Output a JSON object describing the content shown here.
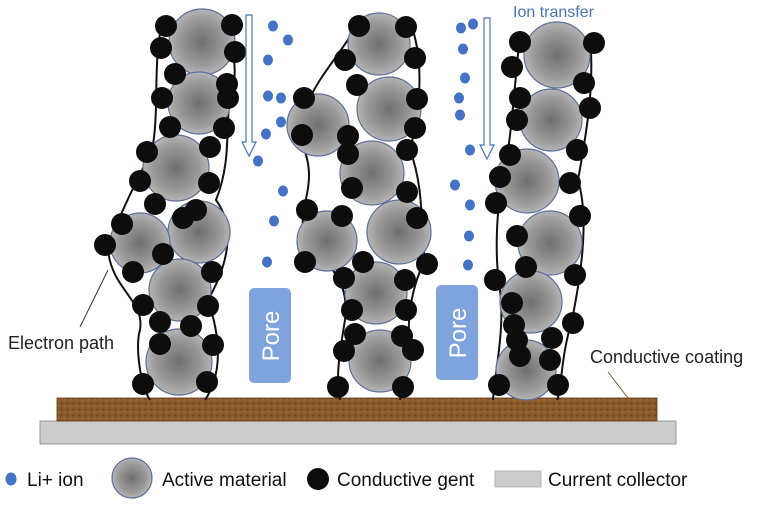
{
  "colors": {
    "ion": "#4472c4",
    "particle_fill": "#9a9a9a",
    "particle_edge": "#5b6f9a",
    "conductive": "#0d0d0d",
    "coating": "#8b5a2b",
    "collector": "#cccccc",
    "pore": "#7fa3dc"
  },
  "labels": {
    "ion_transfer": "Ion transfer",
    "electron_path": "Electron path",
    "conductive_coating": "Conductive coating",
    "pore_left": "Pore",
    "pore_right": "Pore"
  },
  "legend": {
    "ion": "Li+ ion",
    "active": "Active material",
    "conductive": "Conductive gent",
    "collector": "Current collector"
  }
}
